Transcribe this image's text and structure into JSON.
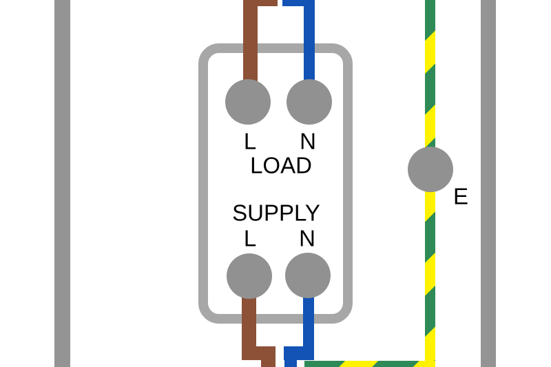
{
  "diagram": {
    "type": "electrical-wiring-diagram",
    "labels": {
      "load_l": "L",
      "load_n": "N",
      "load_title": "LOAD",
      "supply_title": "SUPPLY",
      "supply_l": "L",
      "supply_n": "N",
      "earth": "E"
    },
    "wires": [
      {
        "name": "live",
        "color_code": "brown"
      },
      {
        "name": "neutral",
        "color_code": "blue"
      },
      {
        "name": "earth",
        "color_code": "green-yellow-striped"
      }
    ]
  },
  "colors": {
    "live_brown": "#8C5137",
    "neutral_blue": "#1253B5",
    "earth_green": "#2E8B57",
    "earth_yellow": "#FFF200",
    "terminal_gray": "#919191",
    "box_gray": "#A7A7A7",
    "conduit_gray": "#949494",
    "label_black": "#000000",
    "background": "#FFFFFF"
  }
}
